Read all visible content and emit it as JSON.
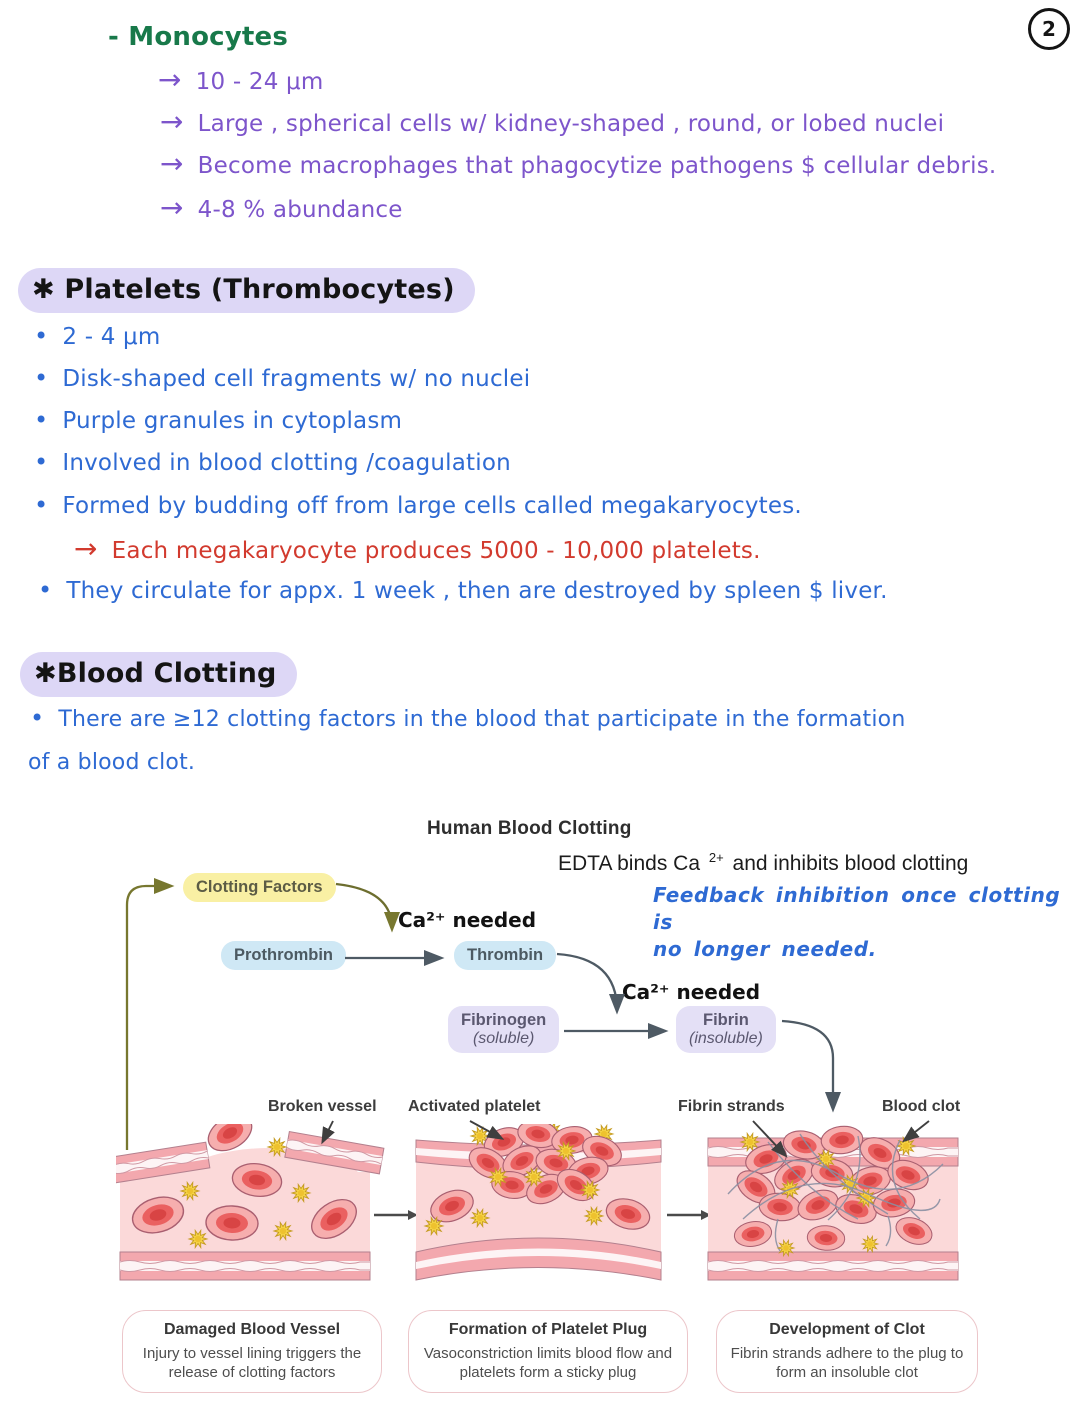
{
  "glyphs": {
    "arrow": "→",
    "bullet": "•"
  },
  "page_number": "2",
  "colors": {
    "green_ink": "#18794a",
    "purple_ink": "#7d55cb",
    "blue_ink": "#2e6ad3",
    "red_ink": "#d23a2e",
    "black_ink": "#141414",
    "highlight": "#ddd7f6",
    "node_yellow": "#f9f0a4",
    "node_blue": "#cfe8f5",
    "node_purple": "#e4e0f6",
    "olive_arrow": "#77772f",
    "slate_arrow": "#4e5a64"
  },
  "sections": {
    "monocytes": {
      "heading": "- Monocytes",
      "items": [
        "10 - 24 μm",
        "Large , spherical cells w/ kidney-shaped , round, or lobed nuclei",
        "Become macrophages that phagocytize pathogens $ cellular debris.",
        "4-8 % abundance"
      ]
    },
    "platelets": {
      "heading": "✱ Platelets (Thrombocytes)",
      "bullets": [
        "2 - 4 μm",
        "Disk-shaped cell fragments w/ no nuclei",
        "Purple granules in cytoplasm",
        "Involved in blood clotting /coagulation",
        "Formed by budding off from large cells called megakaryocytes."
      ],
      "sub_note": "Each megakaryocyte produces 5000 - 10,000 platelets.",
      "last_bullet": "They circulate for appx. 1 week , then are destroyed by spleen $ liver."
    },
    "blood_clotting": {
      "heading": "✱Blood Clotting",
      "bullet_line1": "There are  ≥12 clotting factors in the blood that participate in the formation",
      "bullet_line2": "of a blood clot."
    }
  },
  "diagram": {
    "title": "Human Blood Clotting",
    "edta_note": {
      "prefix": "EDTA binds Ca",
      "sup": "2+",
      "suffix": "and inhibits blood clotting"
    },
    "feedback_note_line1": "Feedback inhibition once clotting is",
    "feedback_note_line2": "no longer needed.",
    "nodes": {
      "clotting_factors": "Clotting Factors",
      "prothrombin": "Prothrombin",
      "thrombin": "Thrombin",
      "fibrinogen": "Fibrinogen",
      "fibrinogen_state": "(soluble)",
      "fibrin": "Fibrin",
      "fibrin_state": "(insoluble)"
    },
    "ca_label_1": "Ca²⁺ needed",
    "ca_label_2": "Ca²⁺ needed",
    "panel_labels": [
      "Broken vessel",
      "Activated platelet",
      "Fibrin strands",
      "Blood clot"
    ],
    "captions": [
      {
        "title": "Damaged Blood Vessel",
        "body": "Injury to vessel lining triggers the release of clotting factors"
      },
      {
        "title": "Formation of Platelet Plug",
        "body": "Vasoconstriction limits blood flow and platelets form a sticky plug"
      },
      {
        "title": "Development of Clot",
        "body": "Fibrin strands adhere to the plug to form an insoluble clot"
      }
    ]
  }
}
